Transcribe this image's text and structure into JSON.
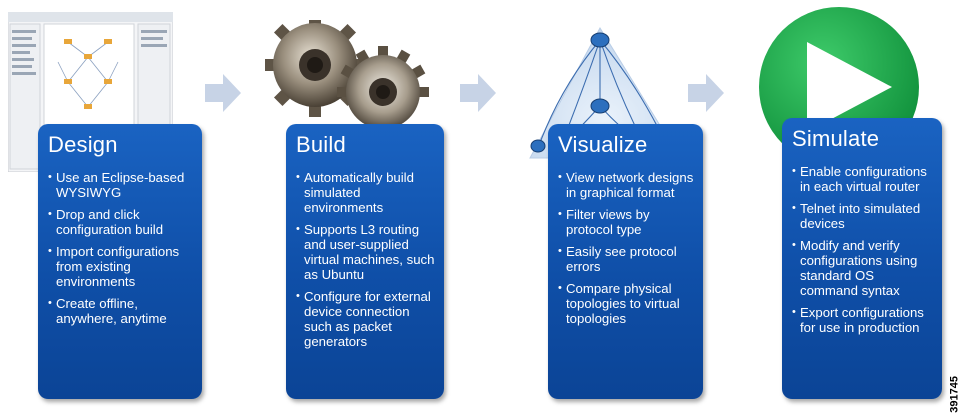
{
  "stages": [
    {
      "title": "Design",
      "items": [
        "Use an Eclipse-based WYSIWYG",
        "Drop and click configuration build",
        "Import configurations from existing environments",
        "Create offline, anywhere, anytime"
      ],
      "image_icon": "software-screenshot-icon"
    },
    {
      "title": "Build",
      "items": [
        "Automatically build simulated environments",
        "Supports L3 routing and user-supplied virtual machines, such as Ubuntu",
        "Configure  for external device connection such as packet generators"
      ],
      "image_icon": "gears-icon"
    },
    {
      "title": "Visualize",
      "items": [
        "View network designs in graphical format",
        "Filter views by protocol type",
        "Easily see protocol errors",
        "Compare physical topologies to virtual topologies"
      ],
      "image_icon": "network-topology-icon"
    },
    {
      "title": "Simulate",
      "items": [
        "Enable configurations in each virtual router",
        "Telnet into simulated devices",
        "Modify and verify configurations using standard OS command syntax",
        "Export configurations for use in production"
      ],
      "image_icon": "play-button-icon"
    }
  ],
  "figure_id": "391745",
  "colors": {
    "card": "#0f4fa8",
    "arrow": "#c7d3e6",
    "play_green": "#1aa84a"
  }
}
